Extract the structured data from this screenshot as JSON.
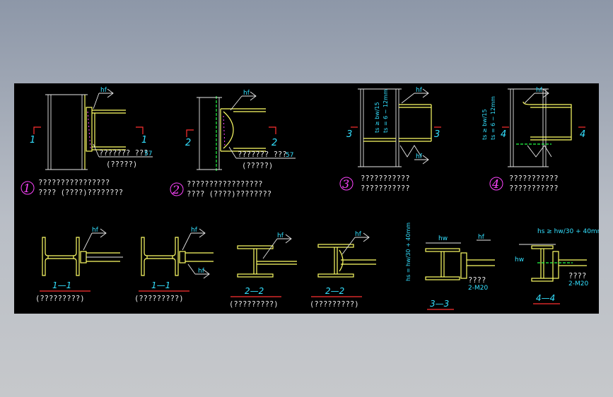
{
  "details": [
    {
      "num": "1",
      "line1": "????????????????",
      "line2": "???? (????)????????",
      "weld": "???????  ???",
      "weld_sub": "(?????)",
      "weld_num": "57",
      "cut": "1"
    },
    {
      "num": "2",
      "line1": "?????????????????",
      "line2": "???? (????)????????",
      "weld": "???????  ???",
      "weld_sub": "(?????)",
      "weld_num": "57",
      "cut": "2"
    },
    {
      "num": "3",
      "line1": "???????????",
      "line2": "???????????",
      "cut": "3",
      "dim_a": "ts ≥ bw/15",
      "dim_b": "ts = 6 ~ 12mm"
    },
    {
      "num": "4",
      "line1": "???????????",
      "line2": "???????????",
      "cut": "4",
      "dim_a": "ts ≥ bw/15",
      "dim_b": "ts = 6 ~ 12mm"
    }
  ],
  "sections": [
    {
      "label": "1—1",
      "sub": "(?????????)"
    },
    {
      "label": "1—1",
      "sub": "(?????????)"
    },
    {
      "label": "2—2",
      "sub": "(?????????)"
    },
    {
      "label": "2—2",
      "sub": "(?????????)"
    },
    {
      "label": "3—3",
      "sub": ""
    },
    {
      "label": "4—4",
      "sub": ""
    }
  ],
  "weld_symbol": "hf",
  "sec3": {
    "dim": "hw",
    "dim_v": "hs = hw/30 + 40mm",
    "bolts": "????",
    "bolt_spec": "2-M20"
  },
  "sec4": {
    "dim": "hw",
    "dim_top": "hs ≥ hw/30 + 40mm",
    "bolts": "????",
    "bolt_spec": "2-M20"
  }
}
